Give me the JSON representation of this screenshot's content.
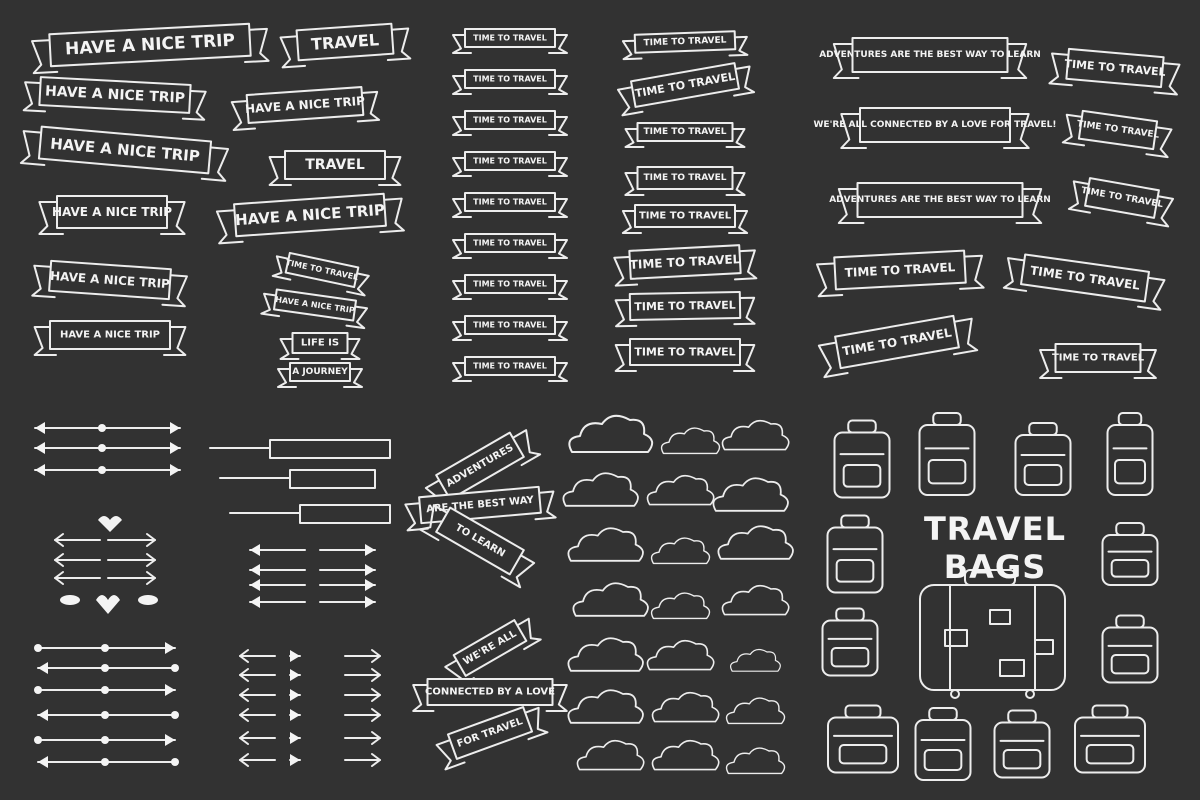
{
  "colors": {
    "background": "#323232",
    "ink": "#f2f2f2"
  },
  "section_title": "TRAVEL BAGS",
  "labels": {
    "have_a_nice_trip": "HAVE A NICE TRIP",
    "travel": "TRAVEL",
    "time_to_travel": "TIME TO TRAVEL",
    "adventures": "ADVENTURES ARE THE BEST WAY TO LEARN",
    "connected": "WE'RE ALL CONNECTED BY A LOVE FOR TRAVEL!",
    "life_is": "LIFE IS",
    "a_journey": "A JOURNEY",
    "adv_1": "ADVENTURES",
    "adv_2": "ARE THE BEST WAY",
    "adv_3": "TO LEARN",
    "con_1": "WE'RE ALL",
    "con_2": "CONNECTED BY A LOVE",
    "con_3": "FOR TRAVEL"
  },
  "icons": [
    "ribbon-banner-icon",
    "arrow-icon",
    "cloud-icon",
    "suitcase-icon",
    "backpack-icon",
    "heart-icon",
    "leaf-icon"
  ]
}
